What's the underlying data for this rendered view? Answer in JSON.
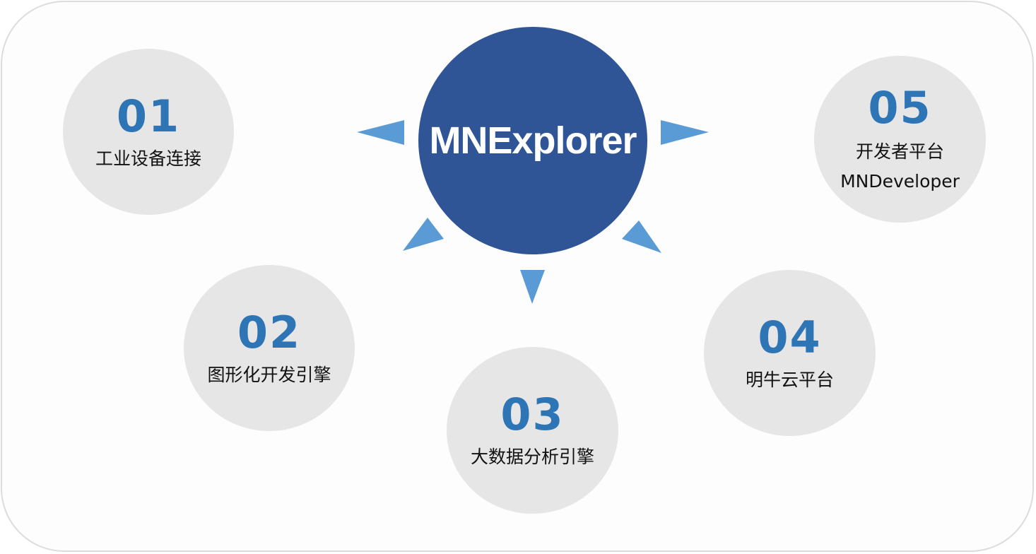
{
  "center": {
    "title": "MNExplorer"
  },
  "nodes": [
    {
      "number": "01",
      "label": "工业设备连接"
    },
    {
      "number": "02",
      "label": "图形化开发引擎"
    },
    {
      "number": "03",
      "label": "大数据分析引擎"
    },
    {
      "number": "04",
      "label": "明牛云平台"
    },
    {
      "number": "05",
      "label": "开发者平台",
      "sublabel": "MNDeveloper"
    }
  ],
  "colors": {
    "center_fill": "#2f5597",
    "node_fill": "#e6e6e6",
    "number_text": "#2e75b6",
    "arrow_fill": "#5b9bd5"
  }
}
